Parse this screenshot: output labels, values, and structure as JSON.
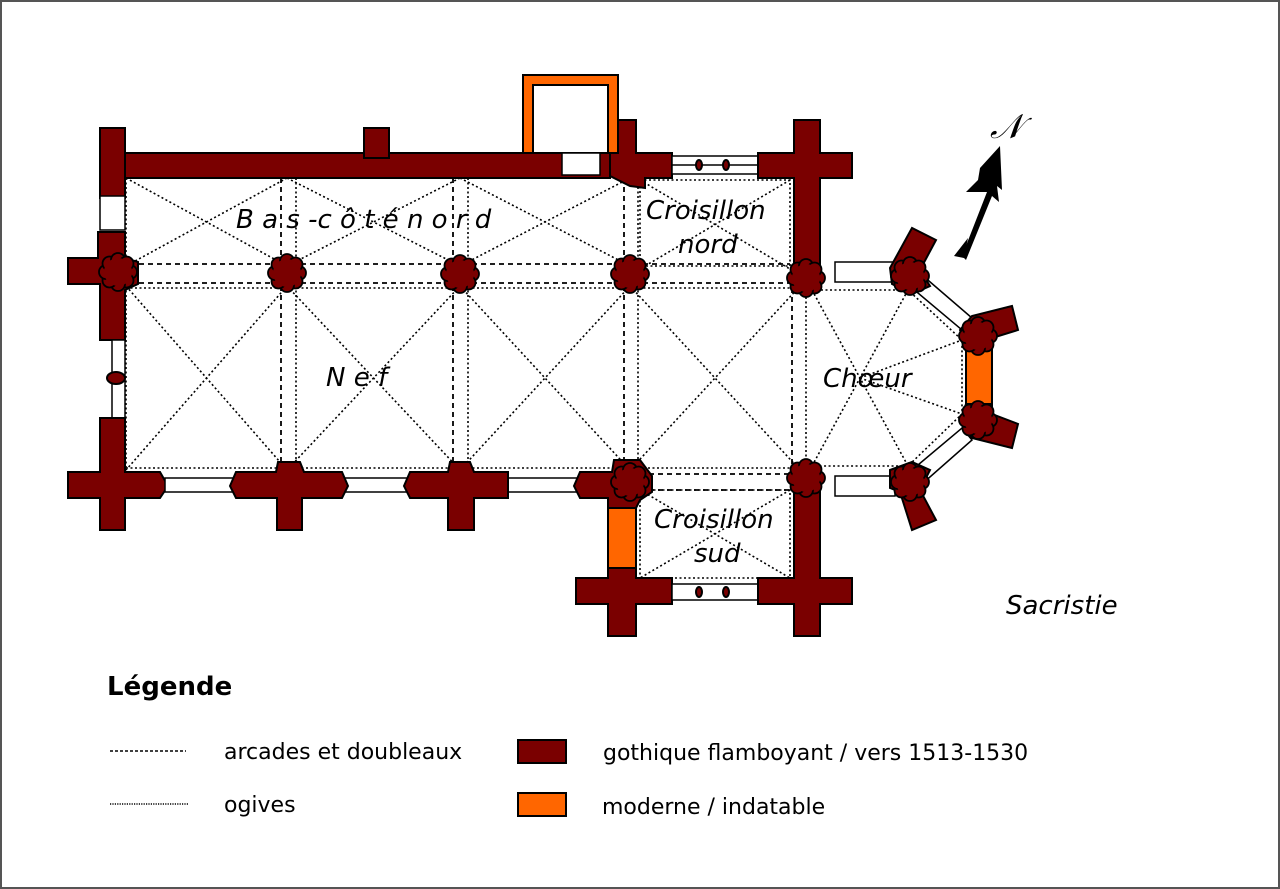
{
  "plan": {
    "rooms": {
      "bas_cote_nord": "B a s -c ô t é  n o r d",
      "nef": "N  e  f",
      "croisillon_nord_l1": "Croisillon",
      "croisillon_nord_l2": "nord",
      "choeur": "Chœur",
      "croisillon_sud_l1": "Croisillon",
      "croisillon_sud_l2": "sud",
      "sacristie": "Sacristie"
    },
    "north_label": "𝒩",
    "colors": {
      "gothique": "#7a0000",
      "moderne": "#ff6600"
    }
  },
  "legend": {
    "title": "Légende",
    "lines": [
      {
        "label": "arcades et doubleaux",
        "style": "dashed"
      },
      {
        "label": "ogives",
        "style": "dotted"
      }
    ],
    "swatches": [
      {
        "label": "gothique flamboyant / vers 1513-1530",
        "color": "#7a0000"
      },
      {
        "label": "moderne / indatable",
        "color": "#ff6600"
      }
    ]
  }
}
